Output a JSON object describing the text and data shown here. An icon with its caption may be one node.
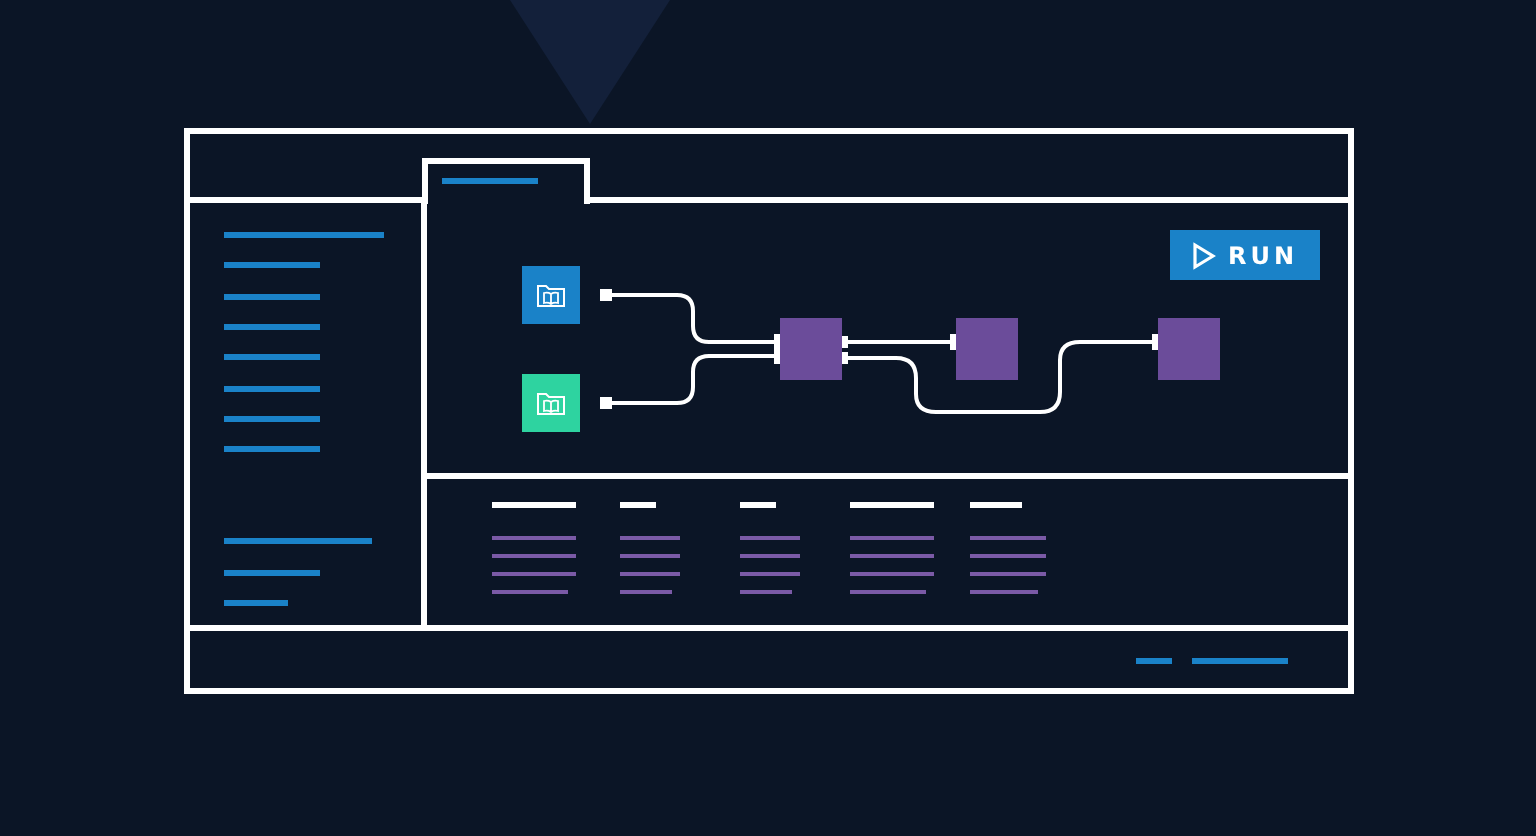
{
  "diagram": {
    "nodes": [
      {
        "text": [],
        "shape": "box"
      },
      {
        "text": [],
        "shape": "box"
      },
      {
        "text": [],
        "shape": "box"
      },
      {
        "text": [],
        "shape": "box"
      },
      {
        "text": [],
        "shape": "box"
      }
    ],
    "edges": [
      {
        "from": 0,
        "to": 2,
        "arrow": "other"
      },
      {
        "from": 1,
        "to": 2,
        "arrow": "other"
      },
      {
        "from": 2,
        "to": 3,
        "arrow": "other"
      },
      {
        "from": 2,
        "to": 4,
        "arrow": "other"
      }
    ],
    "labels": [
      "RUN"
    ]
  }
}
